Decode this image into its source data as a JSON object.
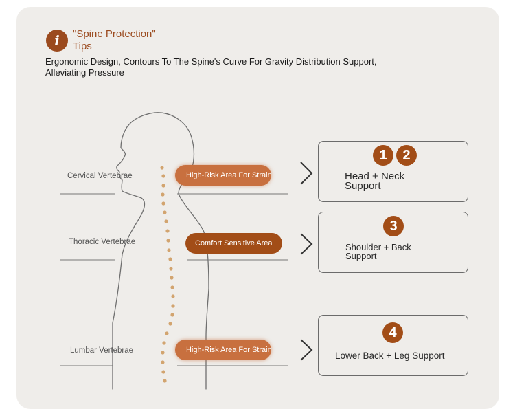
{
  "header": {
    "title_line1": "\"Spine Protection\"",
    "title_line2": "Tips",
    "icon_letter": "i",
    "subtitle_line1": "Ergonomic Design, Contours To The Spine's Curve For Gravity Distribution Support,",
    "subtitle_line2": "Alleviating Pressure"
  },
  "labels": {
    "cervical": "Cervical Vertebrae",
    "thoracic": "Thoracic Vertebrae",
    "lumbar": "Lumbar Vertebrae"
  },
  "pills": {
    "cervical": "High-Risk Area For Strain",
    "thoracic": "Comfort Sensitive Area",
    "lumbar": "High-Risk Area For Strain"
  },
  "boxes": {
    "head_neck": {
      "numbers": [
        "1",
        "2"
      ],
      "line1": "Head + Neck",
      "line2": "Support"
    },
    "shoulder_back": {
      "numbers": [
        "3"
      ],
      "line1": "Shoulder + Back",
      "line2": "Support"
    },
    "lower": {
      "numbers": [
        "4"
      ],
      "text": "Lower Back + Leg Support"
    }
  },
  "colors": {
    "accent": "#9b4a1e",
    "pill_orange": "#c8703f",
    "pill_brown": "#a24d17",
    "spine_dot": "#d2a46f"
  }
}
